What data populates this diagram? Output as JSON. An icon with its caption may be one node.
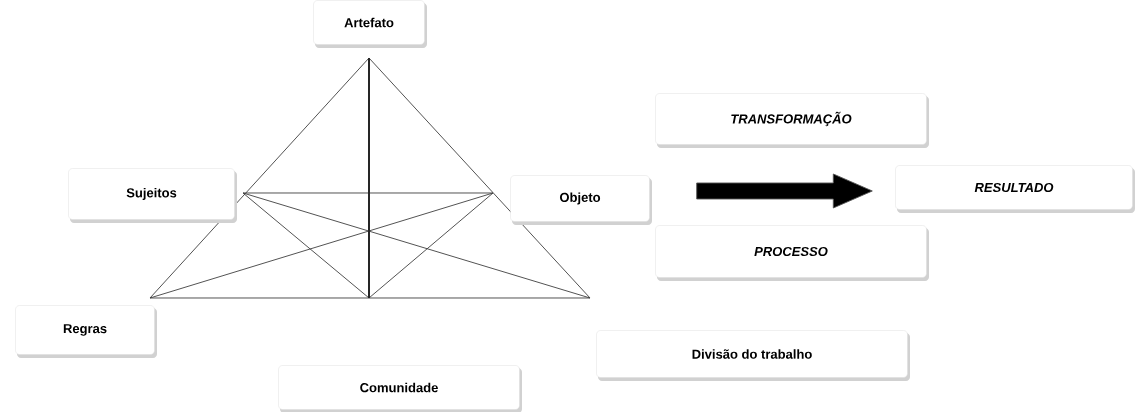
{
  "diagram": {
    "nodes": [
      {
        "text": [
          "Artefato"
        ]
      },
      {
        "text": [
          "TRANSFORMAÇÃO"
        ]
      },
      {
        "text": [
          "Sujeitos"
        ]
      },
      {
        "text": [
          "Objeto"
        ]
      },
      {
        "text": [
          "RESULTADO"
        ]
      },
      {
        "text": [
          "PROCESSO"
        ]
      },
      {
        "text": [
          "Regras"
        ]
      },
      {
        "text": [
          "Divisão do trabalho"
        ]
      },
      {
        "text": [
          "Comunidade"
        ]
      }
    ],
    "edges": [
      {
        "from": 3,
        "to": 4,
        "arrow": "to"
      }
    ]
  }
}
